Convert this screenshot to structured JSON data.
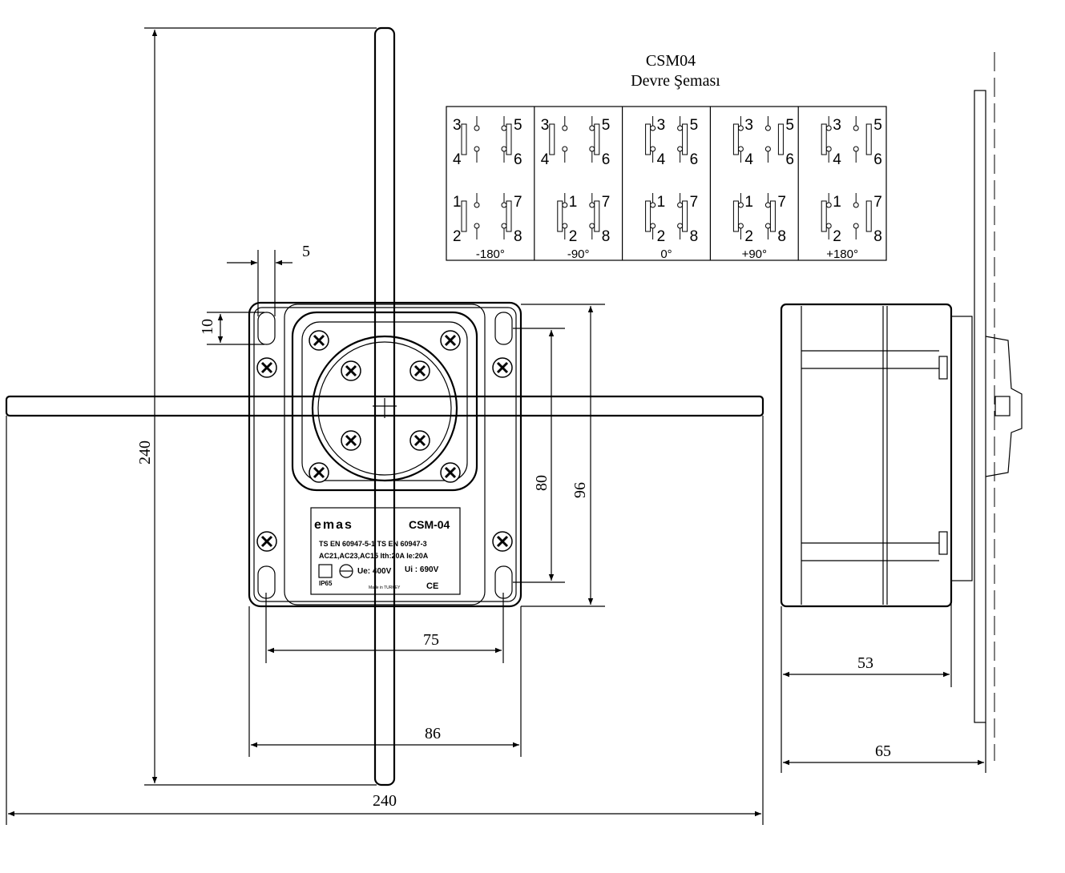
{
  "title": "CSM04",
  "subtitle": "Devre Şeması",
  "dimensions": {
    "handle_height": "240",
    "handle_width": "240",
    "hole_spacing_horizontal": "75",
    "box_width": "86",
    "hole_spacing_vertical": "80",
    "box_height": "96",
    "slot_height": "10",
    "slot_width": "5",
    "body_depth": "53",
    "total_depth": "65"
  },
  "label_plate": {
    "brand": "emas",
    "model": "CSM-04",
    "standards": "TS EN 60947-5-1  TS EN 60947-3",
    "ratings": "AC21,AC23,AC15  Ith:20A  Ie:20A",
    "voltage_e": "Ue: 400V",
    "voltage_i": "Ui : 690V",
    "ip": "IP65",
    "made_in": "Made in TURKEY",
    "ce": "CE"
  },
  "circuit_table": {
    "terminal_pairs": [
      {
        "top": "3",
        "bottom": "4",
        "side": "left",
        "row": 0
      },
      {
        "top": "5",
        "bottom": "6",
        "side": "right",
        "row": 0
      },
      {
        "top": "1",
        "bottom": "2",
        "side": "left",
        "row": 1
      },
      {
        "top": "7",
        "bottom": "8",
        "side": "right",
        "row": 1
      }
    ],
    "positions": [
      {
        "label": "-180°",
        "closed": [
          false,
          true,
          false,
          true
        ]
      },
      {
        "label": "-90°",
        "closed": [
          false,
          true,
          true,
          true
        ]
      },
      {
        "label": "0°",
        "closed": [
          true,
          true,
          true,
          true
        ]
      },
      {
        "label": "+90°",
        "closed": [
          true,
          false,
          true,
          true
        ]
      },
      {
        "label": "+180°",
        "closed": [
          true,
          false,
          true,
          false
        ]
      }
    ]
  }
}
